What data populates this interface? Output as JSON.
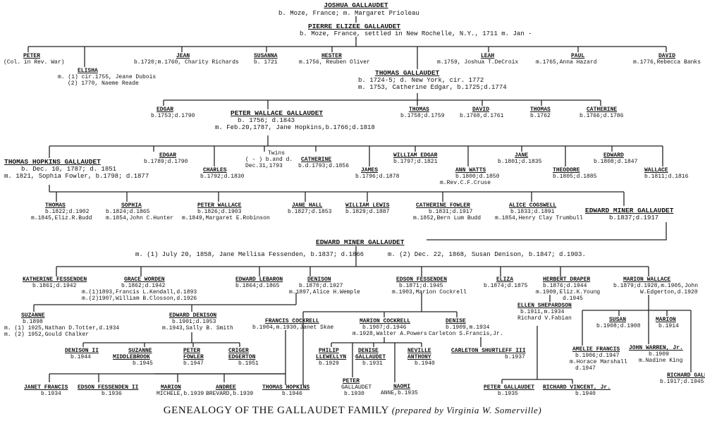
{
  "caption": {
    "main": "GENEALOGY OF THE GALLAUDET FAMILY",
    "note": "(prepared by Virginia W. Somerville)"
  },
  "persons": {
    "joshua": {
      "name": "JOSHUA GALLAUDET",
      "l1": "b. Moze, France; m. Margaret Prioleau"
    },
    "pierre": {
      "name": "PIERRE ELIZEE GALLAUDET",
      "l1": "b. Moze, France, settled in New Rochelle, N.Y., 1711 m. Jan -"
    },
    "peter": {
      "name": "PETER",
      "l1": "(Col. in Rev. War)"
    },
    "elisha": {
      "name": "ELISHA",
      "l1": "m. (1) cir.1755, Jeane Dubois",
      "l2": "(2) 1770, Naeme Reade"
    },
    "jean": {
      "name": "JEAN",
      "l1": "b.1720;m.1760, Charity Richards"
    },
    "susanna": {
      "name": "SUSANNA",
      "l1": "b. 1721"
    },
    "hester": {
      "name": "HESTER",
      "l1": "m.1756, Reuben Oliver"
    },
    "leah": {
      "name": "LEAH",
      "l1": "m.1759, Joshua T.DeCroix"
    },
    "paul": {
      "name": "PAUL",
      "l1": "m.1765,Anna Hazard"
    },
    "david1": {
      "name": "DAVID",
      "l1": "m.1776,Rebecca Banks"
    },
    "thomas": {
      "name": "THOMAS GALLAUDET",
      "l1": "b. 1724-5; d. New York, cir. 1772",
      "l2": "m. 1753, Catherine Edgar, b.1725;d.1774"
    },
    "edgar1": {
      "name": "EDGAR",
      "l1": "b.1753;d.1790"
    },
    "peterw": {
      "name": "PETER WALLACE GALLAUDET",
      "l1": "b. 1756; d.1843",
      "l2": "m. Feb.20,1787, Jane Hopkins,b.1766;d.1818"
    },
    "thomas2": {
      "name": "THOMAS",
      "l1": "b.1758;d.1759"
    },
    "david2": {
      "name": "DAVID",
      "l1": "b.1760,d.1761"
    },
    "thomas3": {
      "name": "THOMAS",
      "l1": "b.1762"
    },
    "catherine1": {
      "name": "CATHERINE",
      "l1": "b.1766;d.1786"
    },
    "tho": {
      "name": "THOMAS HOPKINS GALLAUDET",
      "l1": "b. Dec. 10, 1787; d. 1851",
      "l2": "m. 1821, Sophia Fowler, b.1798; d.1877"
    },
    "edgar2": {
      "name": "EDGAR",
      "l1": "b.1789;d.1790"
    },
    "charles": {
      "name": "CHARLES",
      "l1": "b.1792;d.1830"
    },
    "twins": {
      "name": "Twins",
      "l1": "( - )  b.and d.",
      "l2": "Dec.31,1793"
    },
    "catherine2": {
      "name": "CATHERINE",
      "l1": "b.d.1793;d.1856"
    },
    "james": {
      "name": "JAMES",
      "l1": "b.1796;d.1878"
    },
    "williame": {
      "name": "WILLIAM EDGAR",
      "l1": "b.1797;d.1821"
    },
    "ann": {
      "name": "ANN WATTS",
      "l1": "b.1800;d.1850",
      "l2": "m.Rev.C.F.Cruse"
    },
    "jane1": {
      "name": "JANE",
      "l1": "b.1801;d.1835"
    },
    "theodore": {
      "name": "THEODORE",
      "l1": "b.1805;d.1885"
    },
    "edward1": {
      "name": "EDWARD",
      "l1": "b.1808;d.1847"
    },
    "wallace": {
      "name": "WALLACE",
      "l1": "b.1811;d.1816"
    },
    "thomas4": {
      "name": "THOMAS",
      "l1": "b.1822;d.1902",
      "l2": "m.1845,Eliz.R.Budd"
    },
    "sophia": {
      "name": "SOPHIA",
      "l1": "b.1824;d.1865",
      "l2": "m.1854,John C.Hunter"
    },
    "peterw2": {
      "name": "PETER WALLACE",
      "l1": "b.1826;d.1903",
      "l2": "m.1849,Margaret E.Robinson"
    },
    "janehall": {
      "name": "JANE HALL",
      "l1": "b.1827;d.1853"
    },
    "williaml": {
      "name": "WILLIAM LEWIS",
      "l1": "b.1829;d.1887"
    },
    "catherinef": {
      "name": "CATHERINE FOWLER",
      "l1": "b.1831;d.1917",
      "l2": "m.1852,Bern Lum Budd"
    },
    "alice": {
      "name": "ALICE COGSWELL",
      "l1": "b.1833;d.1891",
      "l2": "m.1854,Henry Clay Trumbull"
    },
    "emg1": {
      "name": "EDWARD MINER GALLAUDET",
      "l1": "b.1837;d.1917"
    },
    "emg": {
      "name": "EDWARD MINER GALLAUDET"
    },
    "marr1": "m. (1)  July 20, 1858, Jane Mellisa Fessenden, b.1837; d.1866",
    "marr2": "m. (2)  Dec. 22, 1868, Susan Denison, b.1847; d.1903.",
    "katherine": {
      "name": "KATHERINE FESSENDEN",
      "l1": "b.1861;d.1942"
    },
    "grace": {
      "name": "GRACE WORDEN",
      "l1": "b.1862;d.1942",
      "l2": "m.(1)1893,Francis L.Kendall,d.1893",
      "l3": "m.(2)1907,William B.Closson,d.1926"
    },
    "edwardl": {
      "name": "EDWARD LEBARON",
      "l1": "b.1864;d.1865"
    },
    "denison": {
      "name": "DENISON",
      "l1": "b.1870;d.1927",
      "l2": "m.1897,Alice H.Wemple"
    },
    "edsonf": {
      "name": "EDSON FESSENDEN",
      "l1": "b.1871;d.1945",
      "l2": "m.1903,Marion Cockrell"
    },
    "eliza": {
      "name": "ELIZA",
      "l1": "b.1874;d.1875"
    },
    "herbert": {
      "name": "HERBERT DRAPER",
      "l1": "b.1876;d.1944",
      "l2": "m.1909,Eliz.K.Young",
      "l3": "d.1945"
    },
    "marionw": {
      "name": "MARION WALLACE",
      "l1": "b.1879;d.1928,m.1905,John",
      "l2": "W.Edgerton,d.1920"
    },
    "suzanne": {
      "name": "SUZANNE",
      "l1": "b.1898",
      "l2": "m. (1) 1925,Nathan D.Totter,d.1934",
      "l3": "m. (2) 1952,Gould Chalker"
    },
    "edwardd": {
      "name": "EDWARD DENISON",
      "l1": "b.1901;d.1953",
      "l2": "m.1943,Sally B. Smith"
    },
    "francisc": {
      "name": "FRANCIS COCKRELL",
      "l1": "b.1904,m.1930,Janet Skae"
    },
    "marionc": {
      "name": "MARION COCKRELL",
      "l1": "b.1907;d.1946",
      "l2": "m.1928,Walter A.Powers"
    },
    "denise1": {
      "name": "DENISE",
      "l1": "b.1909,m.1934",
      "l2": "Carleton S.Francis,Jr."
    },
    "ellen": {
      "name": "ELLEN SHEPARDSON",
      "l1": "b.1911,m.1934",
      "l2": "Richard V.Fabian"
    },
    "susan": {
      "name": "SUSAN",
      "l1": "b.1908;d.1908"
    },
    "marion3": {
      "name": "MARION",
      "l1": "b.1914"
    },
    "amelie": {
      "name": "AMELIE FRANCIS",
      "l1": "b.1906;d.1947",
      "l2": "m.Horace Marshall",
      "l3": "d.1947"
    },
    "johnw": {
      "name": "JOHN WARREN, Jr.",
      "l1": "b.1909",
      "l2": "m.Nadine King"
    },
    "richardg": {
      "name": "RICHARD GALLAUDET",
      "l1": "b.1917;d.1945"
    },
    "denison2": {
      "name": "DENISON II",
      "l1": "b.1944"
    },
    "suzannem": {
      "name": "SUZANNE",
      "l1": "MIDDLEBROOK",
      "l2": "b.1945"
    },
    "peterf": {
      "name": "PETER",
      "l1": "FOWLER",
      "l2": "b.1947"
    },
    "criger": {
      "name": "CRIGER",
      "l1": "EDGERTON",
      "l2": "b.1951"
    },
    "philip": {
      "name": "PHILIP",
      "l1": "LLEWELLYN",
      "l2": "b.1929"
    },
    "denise2": {
      "name": "DENISE",
      "l1": "GALLAUDET",
      "l2": "b.1931"
    },
    "neville": {
      "name": "NEVILLE",
      "l1": "ANTHONY",
      "l2": "b.1940"
    },
    "carleton": {
      "name": "CARLETON SHURTLEFF III",
      "l1": "b.1937"
    },
    "peterg": {
      "name": "PETER",
      "l1": "GALLAUDET",
      "l2": "b.1930"
    },
    "naomi": {
      "name": "NAOMI",
      "l1": "ANNE,b.1935"
    },
    "peterg2": {
      "name": "PETER GALLAUDET",
      "l1": "b.1935"
    },
    "richardv": {
      "name": "RICHARD VINCENT, Jr.",
      "l1": "b.1940"
    },
    "janetf": {
      "name": "JANET FRANCIS",
      "l1": "b.1934"
    },
    "edson2": {
      "name": "EDSON FESSENDEN II",
      "l1": "b.1936"
    },
    "marion4": {
      "name": "MARION",
      "l1": "MICHELE,b.1939"
    },
    "andree": {
      "name": "ANDREE",
      "l1": "BREVARD,b.1939"
    },
    "thomash": {
      "name": "THOMAS HOPKINS",
      "l1": "b.1946"
    }
  }
}
